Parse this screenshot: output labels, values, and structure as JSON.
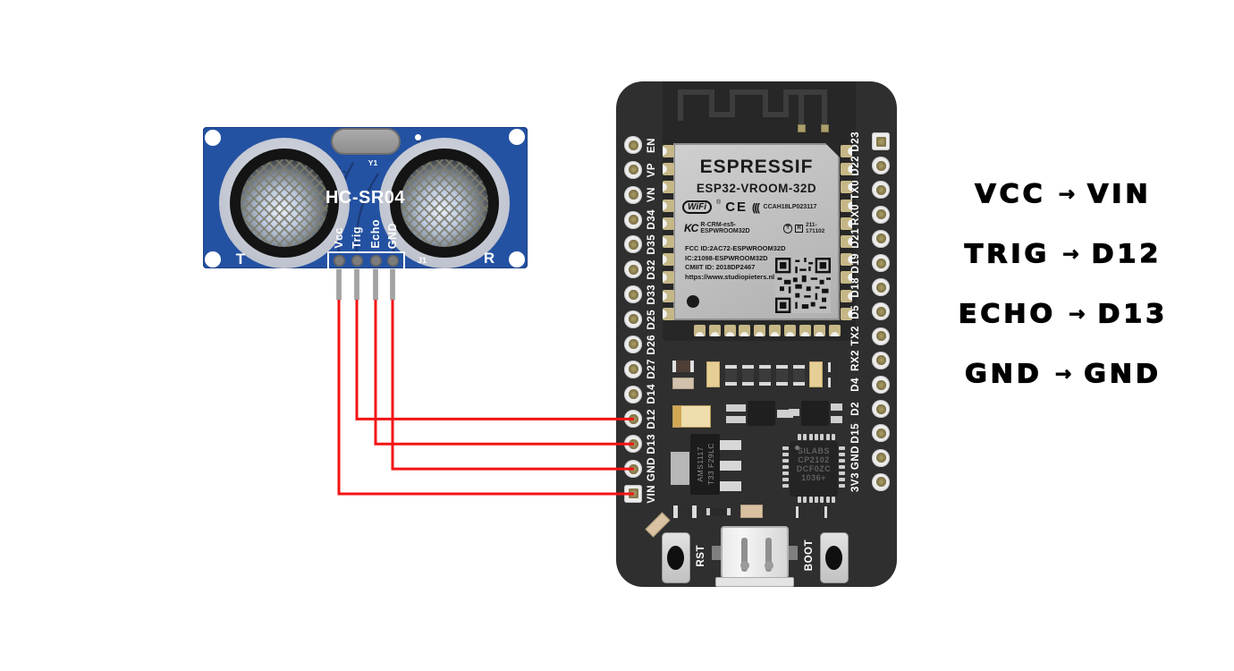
{
  "sensor": {
    "title": "HC-SR04",
    "left_label": "T",
    "right_label": "R",
    "oscillator_label": "Y1",
    "connector_label": "J1",
    "pins": [
      "Vcc",
      "Trig",
      "Echo",
      "GND"
    ]
  },
  "esp32": {
    "left_pins": [
      "EN",
      "VP",
      "VN",
      "D34",
      "D35",
      "D32",
      "D33",
      "D25",
      "D26",
      "D27",
      "D14",
      "D12",
      "D13",
      "GND",
      "VIN"
    ],
    "right_pins": [
      "D23",
      "D22",
      "TX0",
      "RX0",
      "D21",
      "D19",
      "D18",
      "D5",
      "TX2",
      "RX2",
      "D4",
      "D2",
      "D15",
      "GND",
      "3V3"
    ],
    "module": {
      "brand": "ESPRESSIF",
      "model": "ESP32-VROOM-32D",
      "wifi_label": "WiFi",
      "reg_mark": "®",
      "ce_label": "CE",
      "waves_mark": "(((",
      "antenna_cert": "CCAH18LP023117",
      "kc_label": "KC",
      "kc_cert": "R-CRM-es5-ESPWROOM32D",
      "giteki_cert": "211-171102",
      "fcc_id": "FCC ID:2AC72-ESPWROOM32D",
      "ic_id": "IC:21098-ESPWROOM32D",
      "cmiit_id": "CMIIT ID: 2018DP2467",
      "url": "https://www.studiopieters.nl"
    },
    "regulator": {
      "line1": "AMS1117",
      "line2": "T33 F29LC"
    },
    "usb_chip": {
      "line1": "SILABS",
      "line2": "CP2102",
      "line3": "DCF0ZC",
      "line4": "1036+"
    },
    "rst_label": "RST",
    "boot_label": "BOOT"
  },
  "mapping": {
    "arrow": "→",
    "rows": [
      {
        "from": "VCC",
        "to": "VIN"
      },
      {
        "from": "TRIG",
        "to": "D12"
      },
      {
        "from": "ECHO",
        "to": "D13"
      },
      {
        "from": "GND",
        "to": "GND"
      }
    ]
  },
  "wiring": {
    "wire_color": "#f31414",
    "connections": [
      {
        "sensor_pin": "Vcc",
        "esp32_pin": "VIN"
      },
      {
        "sensor_pin": "Trig",
        "esp32_pin": "D12"
      },
      {
        "sensor_pin": "Echo",
        "esp32_pin": "D13"
      },
      {
        "sensor_pin": "GND",
        "esp32_pin": "GND"
      }
    ]
  }
}
